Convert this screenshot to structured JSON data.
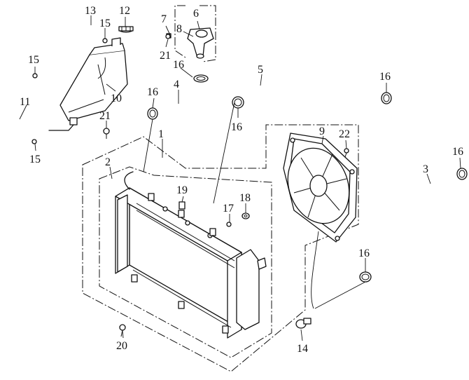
{
  "callouts": {
    "c1": "1",
    "c2": "2",
    "c3": "3",
    "c4": "4",
    "c5": "5",
    "c6": "6",
    "c7": "7",
    "c8": "8",
    "c9": "9",
    "c10": "10",
    "c11": "11",
    "c12": "12",
    "c13": "13",
    "c14": "14",
    "c15a": "15",
    "c15b": "15",
    "c15c": "15",
    "c16a": "16",
    "c16b": "16",
    "c16c": "16",
    "c16d": "16",
    "c16e": "16",
    "c16f": "16",
    "c17": "17",
    "c18": "18",
    "c19": "19",
    "c20": "20",
    "c21a": "21",
    "c21b": "21",
    "c22": "22"
  }
}
